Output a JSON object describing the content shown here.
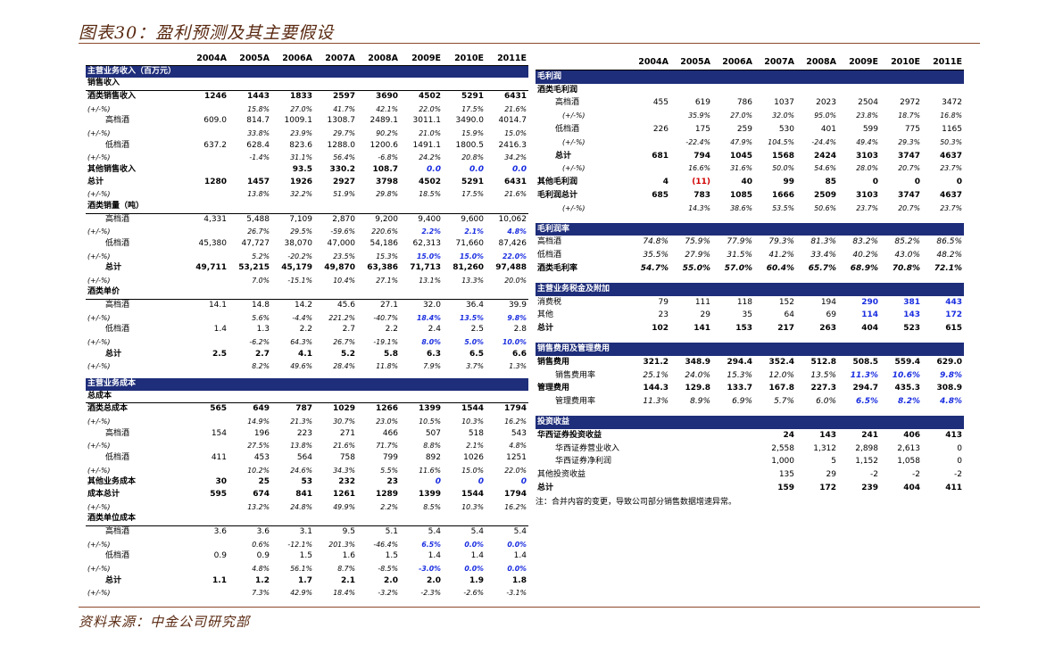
{
  "title": "图表30：盈利预测及其主要假设",
  "source": "资料来源：中金公司研究部",
  "note": "注：合并内容的变更，导致公司部分销售数据增速异常。",
  "left_table": {
    "headers": [
      "",
      "2004A",
      "2005A",
      "2006A",
      "2007A",
      "2008A",
      "2009E",
      "2010E",
      "2011E"
    ],
    "rows": [
      {
        "type": "sec",
        "cells": [
          "主营业务收入（百万元）"
        ]
      },
      {
        "type": "sub",
        "cells": [
          "销售收入"
        ]
      },
      {
        "type": "b",
        "cells": [
          "酒类销售收入",
          "1246",
          "1443",
          "1833",
          "2597",
          "3690",
          "4502",
          "5291",
          "6431"
        ]
      },
      {
        "type": "sm",
        "cells": [
          "(+/-%)",
          "",
          "15.8%",
          "27.0%",
          "41.7%",
          "42.1%",
          "22.0%",
          "17.5%",
          "21.6%"
        ]
      },
      {
        "type": "ind",
        "cells": [
          "高档酒",
          "609.0",
          "814.7",
          "1009.1",
          "1308.7",
          "2489.1",
          "3011.1",
          "3490.0",
          "4014.7"
        ]
      },
      {
        "type": "sm",
        "cells": [
          "(+/-%)",
          "",
          "33.8%",
          "23.9%",
          "29.7%",
          "90.2%",
          "21.0%",
          "15.9%",
          "15.0%"
        ]
      },
      {
        "type": "ind",
        "cells": [
          "低档酒",
          "637.2",
          "628.4",
          "823.6",
          "1288.0",
          "1200.6",
          "1491.1",
          "1800.5",
          "2416.3"
        ]
      },
      {
        "type": "sm",
        "cells": [
          "(+/-%)",
          "",
          "-1.4%",
          "31.1%",
          "56.4%",
          "-6.8%",
          "24.2%",
          "20.8%",
          "34.2%"
        ]
      },
      {
        "type": "b",
        "cells": [
          "其他销售收入",
          "",
          "",
          "93.5",
          "330.2",
          "108.7",
          "0.0",
          "0.0",
          "0.0"
        ],
        "blue": [
          6,
          7,
          8
        ]
      },
      {
        "type": "b",
        "cells": [
          "总计",
          "1280",
          "1457",
          "1926",
          "2927",
          "3798",
          "4502",
          "5291",
          "6431"
        ]
      },
      {
        "type": "sm",
        "cells": [
          "(+/-%)",
          "",
          "13.8%",
          "32.2%",
          "51.9%",
          "29.8%",
          "18.5%",
          "17.5%",
          "21.6%"
        ]
      },
      {
        "type": "sub",
        "cells": [
          "酒类销量（吨）"
        ]
      },
      {
        "type": "ind",
        "cells": [
          "高档酒",
          "4,331",
          "5,488",
          "7,109",
          "2,870",
          "9,200",
          "9,400",
          "9,600",
          "10,062"
        ]
      },
      {
        "type": "sm",
        "cells": [
          "(+/-%)",
          "",
          "26.7%",
          "29.5%",
          "-59.6%",
          "220.6%",
          "2.2%",
          "2.1%",
          "4.8%"
        ],
        "blue": [
          6,
          7,
          8
        ]
      },
      {
        "type": "ind",
        "cells": [
          "低档酒",
          "45,380",
          "47,727",
          "38,070",
          "47,000",
          "54,186",
          "62,313",
          "71,660",
          "87,426"
        ]
      },
      {
        "type": "sm",
        "cells": [
          "(+/-%)",
          "",
          "5.2%",
          "-20.2%",
          "23.5%",
          "15.3%",
          "15.0%",
          "15.0%",
          "22.0%"
        ],
        "blue": [
          6,
          7,
          8
        ]
      },
      {
        "type": "b ind",
        "cells": [
          "总计",
          "49,711",
          "53,215",
          "45,179",
          "49,870",
          "63,386",
          "71,713",
          "81,260",
          "97,488"
        ]
      },
      {
        "type": "sm",
        "cells": [
          "(+/-%)",
          "",
          "7.0%",
          "-15.1%",
          "10.4%",
          "27.1%",
          "13.1%",
          "13.3%",
          "20.0%"
        ]
      },
      {
        "type": "sub",
        "cells": [
          "酒类单价"
        ]
      },
      {
        "type": "ind",
        "cells": [
          "高档酒",
          "14.1",
          "14.8",
          "14.2",
          "45.6",
          "27.1",
          "32.0",
          "36.4",
          "39.9"
        ]
      },
      {
        "type": "sm",
        "cells": [
          "(+/-%)",
          "",
          "5.6%",
          "-4.4%",
          "221.2%",
          "-40.7%",
          "18.4%",
          "13.5%",
          "9.8%"
        ],
        "blue": [
          6,
          7,
          8
        ]
      },
      {
        "type": "ind",
        "cells": [
          "低档酒",
          "1.4",
          "1.3",
          "2.2",
          "2.7",
          "2.2",
          "2.4",
          "2.5",
          "2.8"
        ]
      },
      {
        "type": "sm",
        "cells": [
          "(+/-%)",
          "",
          "-6.2%",
          "64.3%",
          "26.7%",
          "-19.1%",
          "8.0%",
          "5.0%",
          "10.0%"
        ],
        "blue": [
          6,
          7,
          8
        ]
      },
      {
        "type": "b ind",
        "cells": [
          "总计",
          "2.5",
          "2.7",
          "4.1",
          "5.2",
          "5.8",
          "6.3",
          "6.5",
          "6.6"
        ]
      },
      {
        "type": "sm",
        "cells": [
          "(+/-%)",
          "",
          "8.2%",
          "49.6%",
          "28.4%",
          "11.8%",
          "7.9%",
          "3.7%",
          "1.3%"
        ]
      },
      {
        "type": "gap",
        "cells": []
      },
      {
        "type": "sec",
        "cells": [
          "主营业务成本"
        ]
      },
      {
        "type": "sub",
        "cells": [
          "总成本"
        ]
      },
      {
        "type": "b",
        "cells": [
          "酒类总成本",
          "565",
          "649",
          "787",
          "1029",
          "1266",
          "1399",
          "1544",
          "1794"
        ]
      },
      {
        "type": "sm",
        "cells": [
          "(+/-%)",
          "",
          "14.9%",
          "21.3%",
          "30.7%",
          "23.0%",
          "10.5%",
          "10.3%",
          "16.2%"
        ]
      },
      {
        "type": "ind",
        "cells": [
          "高档酒",
          "154",
          "196",
          "223",
          "271",
          "466",
          "507",
          "518",
          "543"
        ]
      },
      {
        "type": "sm",
        "cells": [
          "(+/-%)",
          "",
          "27.5%",
          "13.8%",
          "21.6%",
          "71.7%",
          "8.8%",
          "2.1%",
          "4.8%"
        ]
      },
      {
        "type": "ind",
        "cells": [
          "低档酒",
          "411",
          "453",
          "564",
          "758",
          "799",
          "892",
          "1026",
          "1251"
        ]
      },
      {
        "type": "sm",
        "cells": [
          "(+/-%)",
          "",
          "10.2%",
          "24.6%",
          "34.3%",
          "5.5%",
          "11.6%",
          "15.0%",
          "22.0%"
        ]
      },
      {
        "type": "b",
        "cells": [
          "其他业务成本",
          "30",
          "25",
          "53",
          "232",
          "23",
          "0",
          "0",
          "0"
        ],
        "blue": [
          6,
          7,
          8
        ]
      },
      {
        "type": "b",
        "cells": [
          "成本总计",
          "595",
          "674",
          "841",
          "1261",
          "1289",
          "1399",
          "1544",
          "1794"
        ]
      },
      {
        "type": "sm",
        "cells": [
          "(+/-%)",
          "",
          "13.2%",
          "24.8%",
          "49.9%",
          "2.2%",
          "8.5%",
          "10.3%",
          "16.2%"
        ]
      },
      {
        "type": "sub",
        "cells": [
          "酒类单位成本"
        ]
      },
      {
        "type": "ind",
        "cells": [
          "高档酒",
          "3.6",
          "3.6",
          "3.1",
          "9.5",
          "5.1",
          "5.4",
          "5.4",
          "5.4"
        ]
      },
      {
        "type": "sm",
        "cells": [
          "(+/-%)",
          "",
          "0.6%",
          "-12.1%",
          "201.3%",
          "-46.4%",
          "6.5%",
          "0.0%",
          "0.0%"
        ],
        "blue": [
          6,
          7,
          8
        ]
      },
      {
        "type": "ind",
        "cells": [
          "低档酒",
          "0.9",
          "0.9",
          "1.5",
          "1.6",
          "1.5",
          "1.4",
          "1.4",
          "1.4"
        ]
      },
      {
        "type": "sm",
        "cells": [
          "(+/-%)",
          "",
          "4.8%",
          "56.1%",
          "8.7%",
          "-8.5%",
          "-3.0%",
          "0.0%",
          "0.0%"
        ],
        "blue": [
          6,
          7,
          8
        ]
      },
      {
        "type": "b ind",
        "cells": [
          "总计",
          "1.1",
          "1.2",
          "1.7",
          "2.1",
          "2.0",
          "2.0",
          "1.9",
          "1.8"
        ]
      },
      {
        "type": "sm",
        "cells": [
          "(+/-%)",
          "",
          "7.3%",
          "42.9%",
          "18.4%",
          "-3.2%",
          "-2.3%",
          "-2.6%",
          "-3.1%"
        ]
      }
    ]
  },
  "right_table": {
    "headers": [
      "",
      "2004A",
      "2005A",
      "2006A",
      "2007A",
      "2008A",
      "2009E",
      "2010E",
      "2011E"
    ],
    "rows": [
      {
        "type": "sec",
        "cells": [
          "毛利润"
        ]
      },
      {
        "type": "b",
        "cells": [
          "酒类毛利润"
        ]
      },
      {
        "type": "ind",
        "cells": [
          "高档酒",
          "455",
          "619",
          "786",
          "1037",
          "2023",
          "2504",
          "2972",
          "3472"
        ]
      },
      {
        "type": "sm ind2",
        "cells": [
          "(+/-%)",
          "",
          "35.9%",
          "27.0%",
          "32.0%",
          "95.0%",
          "23.8%",
          "18.7%",
          "16.8%"
        ]
      },
      {
        "type": "ind",
        "cells": [
          "低档酒",
          "226",
          "175",
          "259",
          "530",
          "401",
          "599",
          "775",
          "1165"
        ]
      },
      {
        "type": "sm ind2",
        "cells": [
          "(+/-%)",
          "",
          "-22.4%",
          "47.9%",
          "104.5%",
          "-24.4%",
          "49.4%",
          "29.3%",
          "50.3%"
        ]
      },
      {
        "type": "b ind",
        "cells": [
          "总计",
          "681",
          "794",
          "1045",
          "1568",
          "2424",
          "3103",
          "3747",
          "4637"
        ]
      },
      {
        "type": "sm ind2",
        "cells": [
          "(+/-%)",
          "",
          "16.6%",
          "31.6%",
          "50.0%",
          "54.6%",
          "28.0%",
          "20.7%",
          "23.7%"
        ]
      },
      {
        "type": "b",
        "cells": [
          "其他毛利润",
          "4",
          "(11)",
          "40",
          "99",
          "85",
          "0",
          "0",
          "0"
        ],
        "red": [
          2
        ]
      },
      {
        "type": "b",
        "cells": [
          "毛利润总计",
          "685",
          "783",
          "1085",
          "1666",
          "2509",
          "3103",
          "3747",
          "4637"
        ]
      },
      {
        "type": "sm ind2",
        "cells": [
          "(+/-%)",
          "",
          "14.3%",
          "38.6%",
          "53.5%",
          "50.6%",
          "23.7%",
          "20.7%",
          "23.7%"
        ]
      },
      {
        "type": "gap",
        "cells": []
      },
      {
        "type": "sec",
        "cells": [
          "毛利润率"
        ]
      },
      {
        "type": "plain",
        "cells": [
          "高档酒",
          "74.8%",
          "75.9%",
          "77.9%",
          "79.3%",
          "81.3%",
          "83.2%",
          "85.2%",
          "86.5%"
        ],
        "italic": true
      },
      {
        "type": "plain",
        "cells": [
          "低档酒",
          "35.5%",
          "27.9%",
          "31.5%",
          "41.2%",
          "33.4%",
          "40.2%",
          "43.0%",
          "48.2%"
        ],
        "italic": true
      },
      {
        "type": "b",
        "cells": [
          "酒类毛利率",
          "54.7%",
          "55.0%",
          "57.0%",
          "60.4%",
          "65.7%",
          "68.9%",
          "70.8%",
          "72.1%"
        ],
        "italic": true
      },
      {
        "type": "gap",
        "cells": []
      },
      {
        "type": "sec",
        "cells": [
          "主营业务税金及附加"
        ]
      },
      {
        "type": "plain",
        "cells": [
          "消费税",
          "79",
          "111",
          "118",
          "152",
          "194",
          "290",
          "381",
          "443"
        ],
        "blue": [
          6,
          7,
          8
        ],
        "noital": true
      },
      {
        "type": "plain",
        "cells": [
          "其他",
          "23",
          "29",
          "35",
          "64",
          "69",
          "114",
          "143",
          "172"
        ],
        "blue": [
          6,
          7,
          8
        ],
        "noital": true
      },
      {
        "type": "b",
        "cells": [
          "总计",
          "102",
          "141",
          "153",
          "217",
          "263",
          "404",
          "523",
          "615"
        ]
      },
      {
        "type": "gap",
        "cells": []
      },
      {
        "type": "sec",
        "cells": [
          "销售费用及管理费用"
        ]
      },
      {
        "type": "b",
        "cells": [
          "销售费用",
          "321.2",
          "348.9",
          "294.4",
          "352.4",
          "512.8",
          "508.5",
          "559.4",
          "629.0"
        ]
      },
      {
        "type": "ind",
        "cells": [
          "销售费用率",
          "25.1%",
          "24.0%",
          "15.3%",
          "12.0%",
          "13.5%",
          "11.3%",
          "10.6%",
          "9.8%"
        ],
        "italic": true,
        "blue": [
          6,
          7,
          8
        ]
      },
      {
        "type": "b",
        "cells": [
          "管理费用",
          "144.3",
          "129.8",
          "133.7",
          "167.8",
          "227.3",
          "294.7",
          "435.3",
          "308.9"
        ]
      },
      {
        "type": "ind",
        "cells": [
          "管理费用率",
          "11.3%",
          "8.9%",
          "6.9%",
          "5.7%",
          "6.0%",
          "6.5%",
          "8.2%",
          "4.8%"
        ],
        "italic": true,
        "blue": [
          6,
          7,
          8
        ]
      },
      {
        "type": "gap",
        "cells": []
      },
      {
        "type": "sec",
        "cells": [
          "投资收益"
        ]
      },
      {
        "type": "b",
        "cells": [
          "华西证券投资收益",
          "",
          "",
          "",
          "24",
          "143",
          "241",
          "406",
          "413"
        ]
      },
      {
        "type": "ind",
        "cells": [
          "华西证券营业收入",
          "",
          "",
          "",
          "2,558",
          "1,312",
          "2,898",
          "2,613",
          "0"
        ]
      },
      {
        "type": "ind",
        "cells": [
          "华西证券净利润",
          "",
          "",
          "",
          "1,000",
          "5",
          "1,152",
          "1,058",
          "0"
        ]
      },
      {
        "type": "plain",
        "cells": [
          "其他投资收益",
          "",
          "",
          "",
          "135",
          "29",
          "-2",
          "-2",
          "-2"
        ]
      },
      {
        "type": "b",
        "cells": [
          "总计",
          "",
          "",
          "",
          "159",
          "172",
          "239",
          "404",
          "411"
        ]
      }
    ]
  }
}
